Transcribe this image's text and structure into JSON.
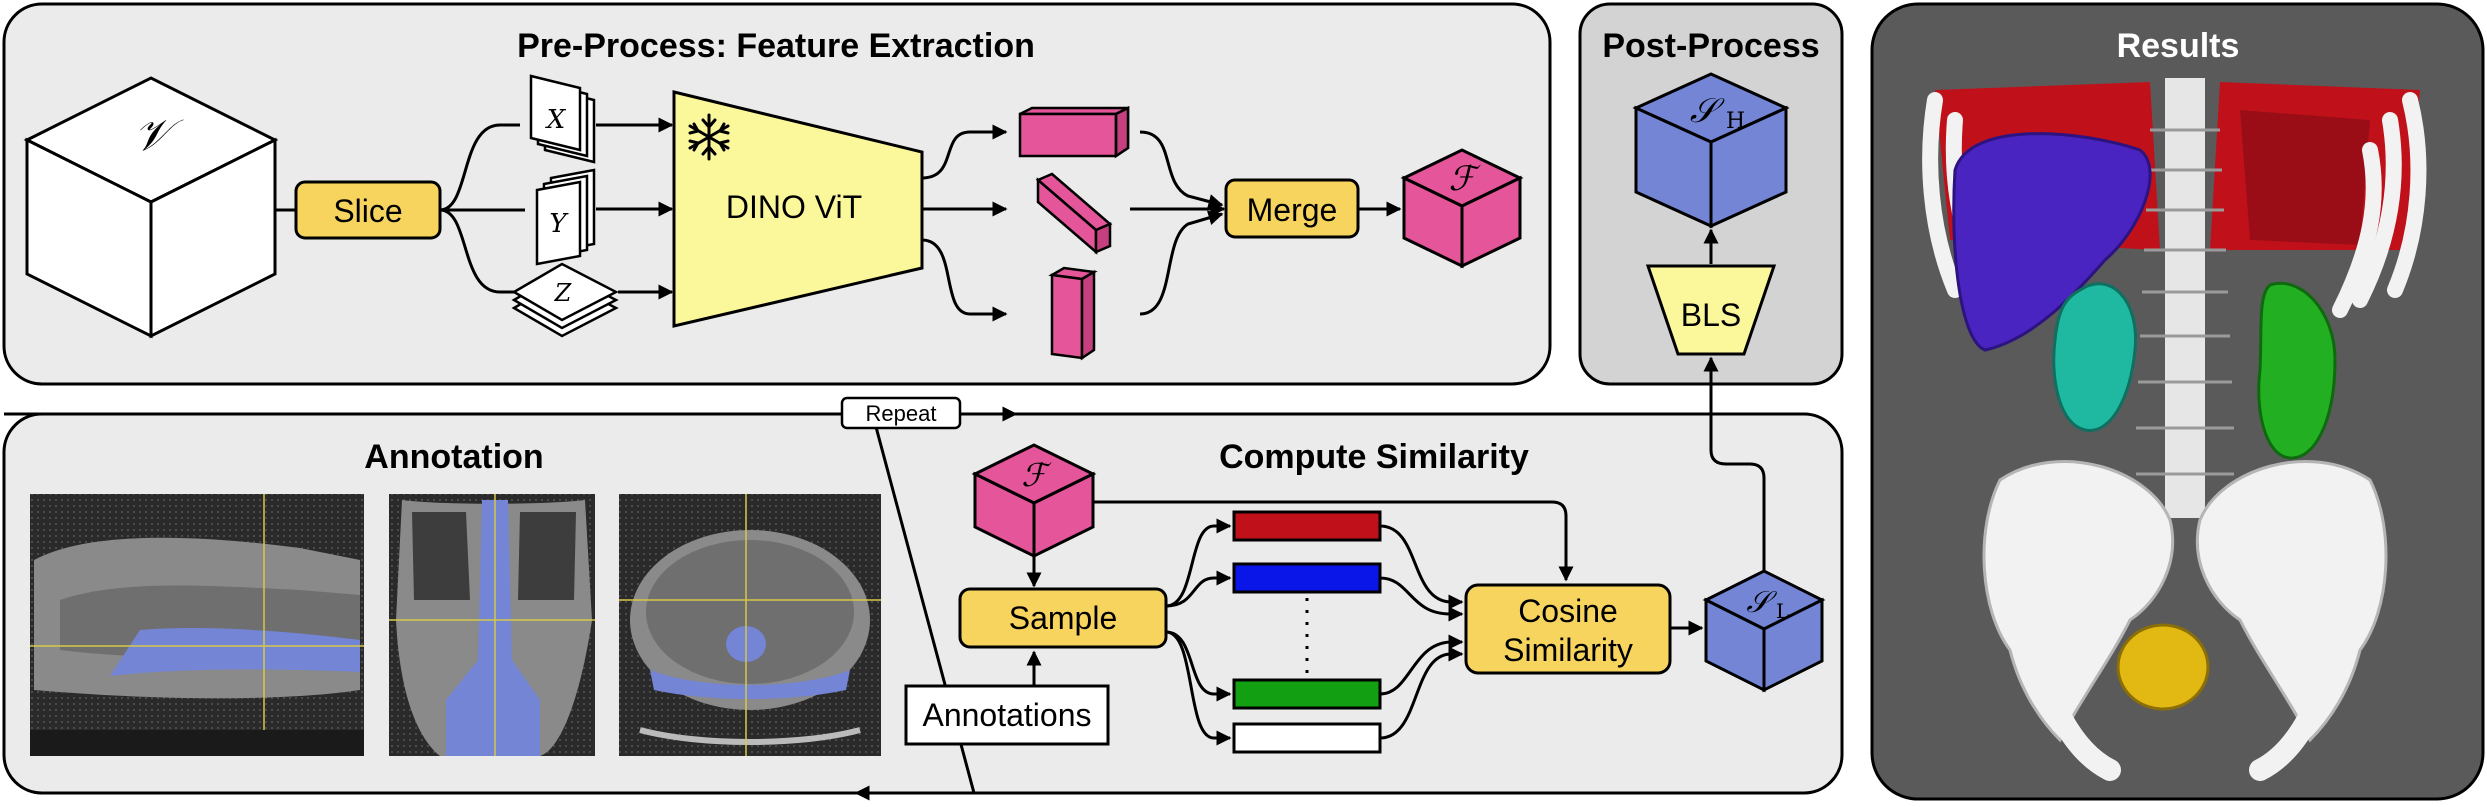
{
  "panels": {
    "preprocess_title": "Pre-Process: Feature Extraction",
    "postprocess_title": "Post-Process",
    "results_title": "Results",
    "annotation_title": "Annotation",
    "similarity_title": "Compute Similarity"
  },
  "preprocess": {
    "volume_symbol": "𝒱",
    "slice_label": "Slice",
    "axis_x": "X",
    "axis_y": "Y",
    "axis_z": "Z",
    "model_label": "DINO ViT",
    "frozen_icon": "snowflake-icon",
    "merge_label": "Merge",
    "feature_symbol": "ℱ"
  },
  "postprocess": {
    "bls_label": "BLS",
    "high_res_symbol": "𝒮",
    "high_res_sub": "H"
  },
  "loop": {
    "repeat_label": "Repeat"
  },
  "similarity": {
    "feature_symbol": "ℱ",
    "sample_label": "Sample",
    "annotations_label": "Annotations",
    "cosine_label_1": "Cosine",
    "cosine_label_2": "Similarity",
    "low_res_symbol": "𝒮",
    "low_res_sub": "L",
    "prototype_colors": [
      "#c0111b",
      "#0a16e8",
      "#12a012",
      "#ffffff"
    ]
  },
  "colors": {
    "panel_light": "#ebebeb",
    "panel_mid": "#d3d3d3",
    "panel_dark": "#5a5a5a",
    "yellow": "#f7d45e",
    "pale_yellow": "#fbf79b",
    "pink": "#e4559a",
    "blue": "#7385d4"
  },
  "results": {
    "organs": [
      "ribs-red",
      "liver-purple",
      "kidney-teal",
      "kidney-green",
      "bladder-yellow",
      "bones-white"
    ]
  }
}
